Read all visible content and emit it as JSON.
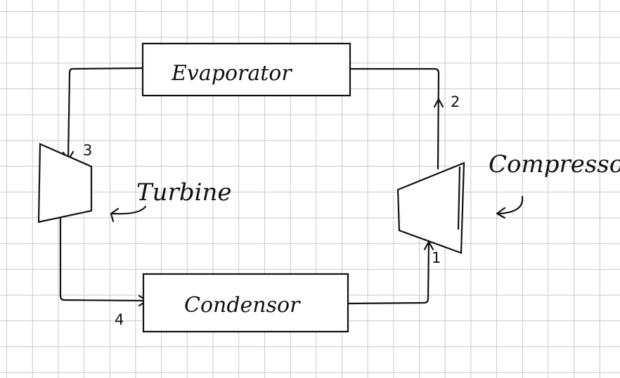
{
  "diagram": {
    "components": {
      "evaporator": "Evaporator",
      "condenser": "Condensor",
      "turbine": "Turbine",
      "compressor": "Compressor"
    },
    "state_points": {
      "p1": "1",
      "p2": "2",
      "p3": "3",
      "p4": "4"
    },
    "colors": {
      "ink": "#111111",
      "grid": "#c9c9c9",
      "paper": "#ffffff"
    }
  }
}
